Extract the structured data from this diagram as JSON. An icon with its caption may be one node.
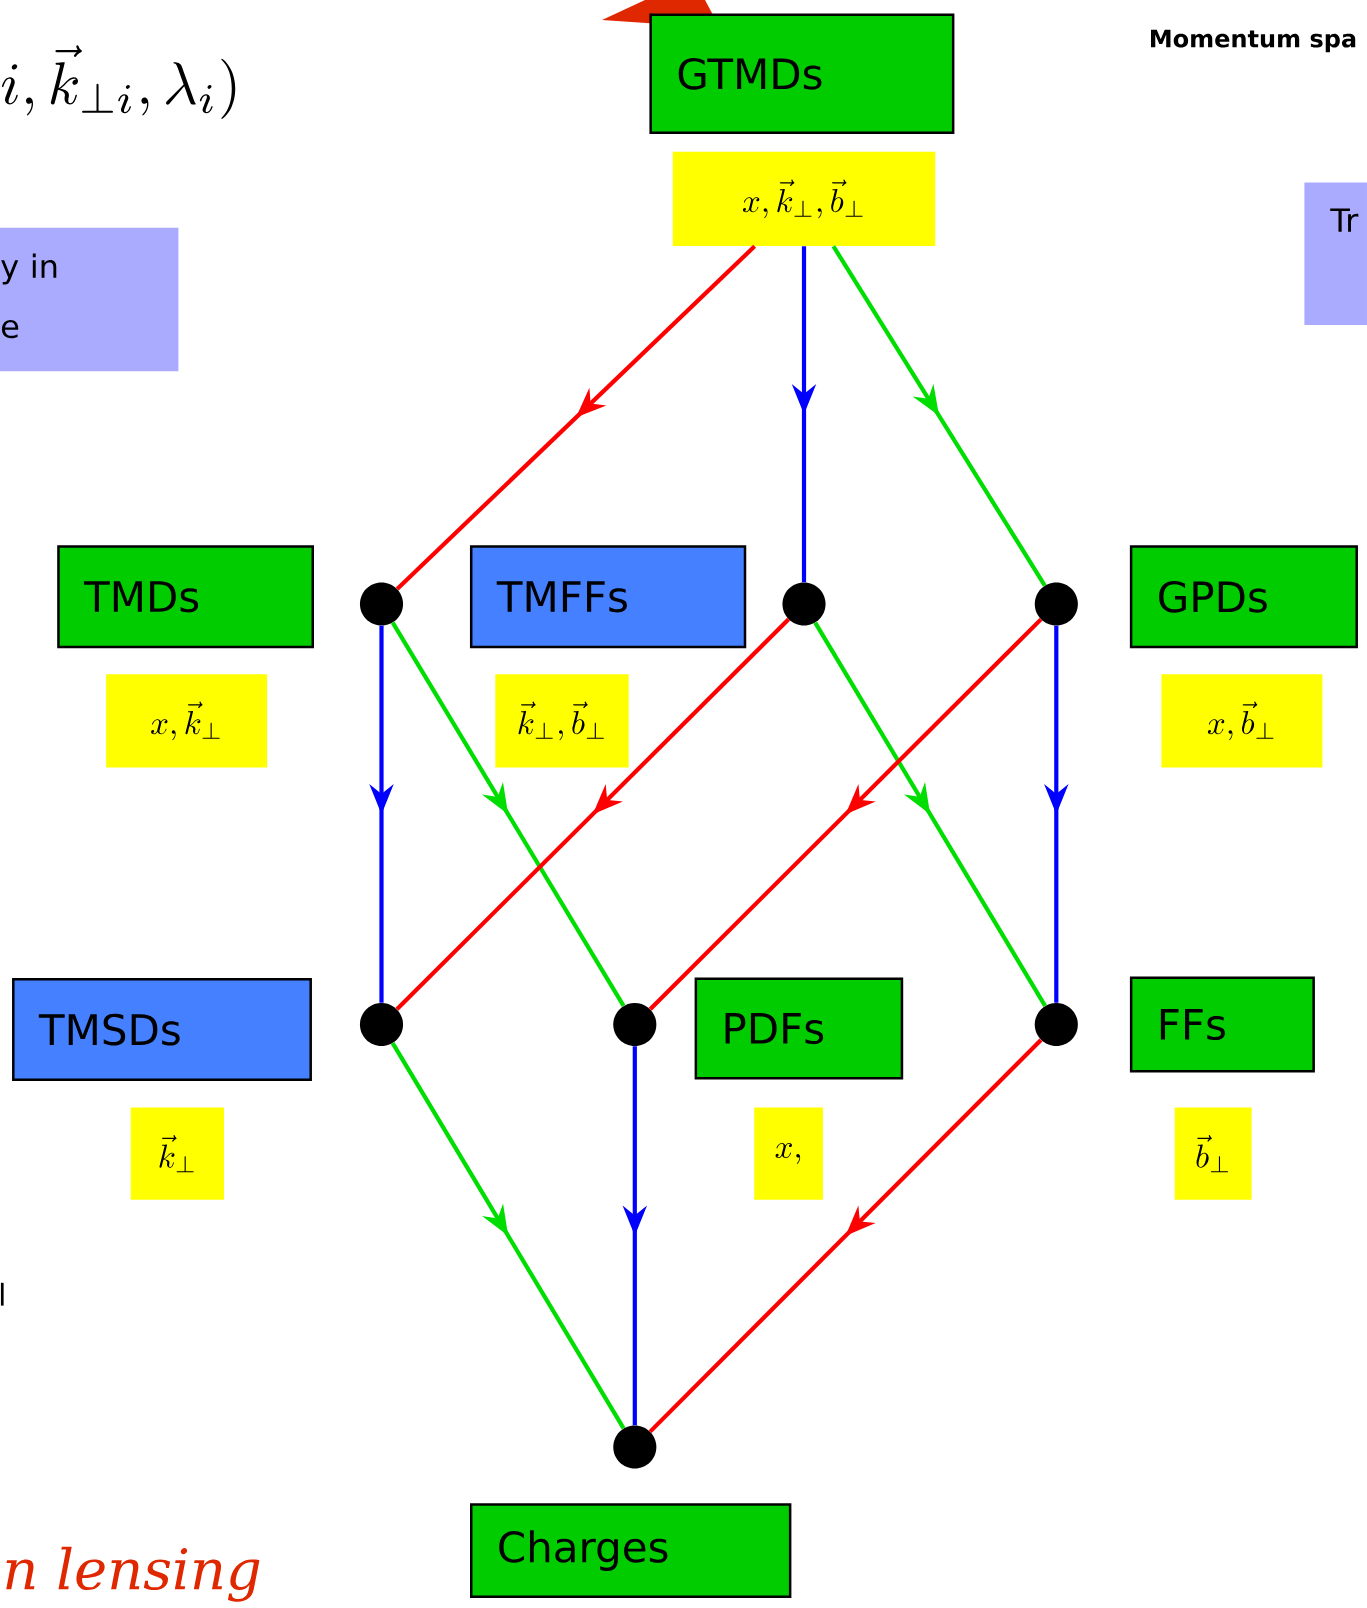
{
  "diagram": {
    "nodes": [
      {
        "text": [
          "GTMDs"
        ]
      },
      {
        "text": [
          "x, \\vec{k}_\\perp, \\vec{b}_\\perp"
        ]
      },
      {
        "text": [
          "TMDs"
        ]
      },
      {
        "text": [],
        "shape": "circle"
      },
      {
        "text": [
          "TMFFs"
        ]
      },
      {
        "text": [],
        "shape": "circle"
      },
      {
        "text": [],
        "shape": "circle"
      },
      {
        "text": [
          "GPDs"
        ]
      },
      {
        "text": [
          "x, \\vec{k}_\\perp"
        ]
      },
      {
        "text": [
          "\\vec{k}_\\perp, \\vec{b}_\\perp"
        ]
      },
      {
        "text": [
          "x, \\vec{b}_\\perp"
        ]
      },
      {
        "text": [
          "TMSDs"
        ]
      },
      {
        "text": [],
        "shape": "circle"
      },
      {
        "text": [],
        "shape": "circle"
      },
      {
        "text": [
          "PDFs"
        ]
      },
      {
        "text": [],
        "shape": "circle"
      },
      {
        "text": [
          "FFs"
        ]
      },
      {
        "text": [
          "\\vec{k}_\\perp"
        ]
      },
      {
        "text": [
          "x,"
        ]
      },
      {
        "text": [
          "\\vec{b}_\\perp"
        ]
      },
      {
        "text": [],
        "shape": "circle"
      },
      {
        "text": [
          "Charges"
        ]
      },
      {
        "text": [
          "y in e"
        ]
      },
      {
        "text": [
          "Tr"
        ]
      }
    ],
    "edges": [
      {
        "from": 1,
        "to": 3,
        "arrow": "to",
        "color": "#ff0000"
      },
      {
        "from": 1,
        "to": 5,
        "arrow": "to",
        "color": "#0000ff"
      },
      {
        "from": 1,
        "to": 6,
        "arrow": "to",
        "color": "#00dd00"
      },
      {
        "from": 3,
        "to": 12,
        "arrow": "to",
        "color": "#0000ff"
      },
      {
        "from": 3,
        "to": 13,
        "arrow": "to",
        "color": "#00dd00"
      },
      {
        "from": 5,
        "to": 12,
        "arrow": "to",
        "color": "#ff0000"
      },
      {
        "from": 5,
        "to": 15,
        "arrow": "to",
        "color": "#00dd00"
      },
      {
        "from": 6,
        "to": 13,
        "arrow": "to",
        "color": "#ff0000"
      },
      {
        "from": 6,
        "to": 15,
        "arrow": "to",
        "color": "#0000ff"
      },
      {
        "from": 12,
        "to": 20,
        "arrow": "to",
        "color": "#00dd00"
      },
      {
        "from": 13,
        "to": 20,
        "arrow": "to",
        "color": "#0000ff"
      },
      {
        "from": 15,
        "to": 20,
        "arrow": "to",
        "color": "#ff0000"
      }
    ],
    "labels": [
      "i, \\vec{k}_{\\perp i}, \\lambda_i)",
      "Momentum spa",
      "l",
      "n lensing"
    ]
  }
}
